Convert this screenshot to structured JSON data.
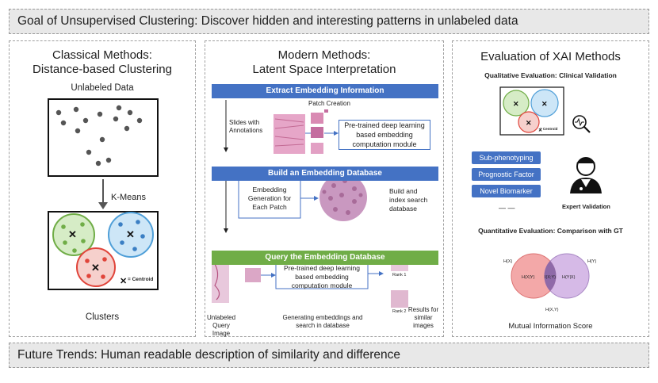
{
  "top_banner": "Goal of Unsupervised Clustering: Discover hidden and interesting patterns in unlabeled data",
  "bottom_banner": "Future Trends: Human readable description of similarity and difference",
  "classical": {
    "title_line1": "Classical Methods:",
    "title_line2": "Distance-based Clustering",
    "unlabeled_label": "Unlabeled Data",
    "method_label": "K-Means",
    "centroid_legend": "= Centroid",
    "clusters_label": "Clusters",
    "cluster_colors": [
      "#70ad47",
      "#4f9fd8",
      "#e0443a"
    ]
  },
  "modern": {
    "title_line1": "Modern Methods:",
    "title_line2": "Latent Space Interpretation",
    "step1": "Extract Embedding Information",
    "patch_creation": "Patch Creation",
    "slides_line1": "Slides with",
    "slides_line2": "Annotations",
    "pretrained_line1": "Pre-trained deep learning",
    "pretrained_line2": "based embedding",
    "pretrained_line3": "computation module",
    "step2": "Build an Embedding Database",
    "embedding_gen_line1": "Embedding",
    "embedding_gen_line2": "Generation for",
    "embedding_gen_line3": "Each Patch",
    "build_index_line1": "Build and",
    "build_index_line2": "index search",
    "build_index_line3": "database",
    "step3": "Query the Embedding Database",
    "query_line1": "Unlabeled",
    "query_line2": "Query Image",
    "generating_line1": "Generating embeddings and",
    "generating_line2": "search in database",
    "rank1": "Rank 1",
    "rank2": "Rank 2",
    "results_line1": "Results for",
    "results_line2": "similar images"
  },
  "xai": {
    "title": "Evaluation of XAI Methods",
    "qualitative": "Qualitative Evaluation: Clinical Validation",
    "centroid_legend": "= Centroid",
    "pills": [
      "Sub-phenotyping",
      "Prognostic Factor",
      "Novel Biomarker"
    ],
    "ellipsis": "— —",
    "expert": "Expert Validation",
    "quantitative": "Quantitative Evaluation: Comparison with GT",
    "hx": "H(X)",
    "hy": "H(Y)",
    "hx_given_y": "H(X|Y)",
    "ixy": "I(X;Y)",
    "hy_given_x": "H(Y|X)",
    "hxy": "H(X,Y)",
    "mutual_info": "Mutual Information Score"
  }
}
